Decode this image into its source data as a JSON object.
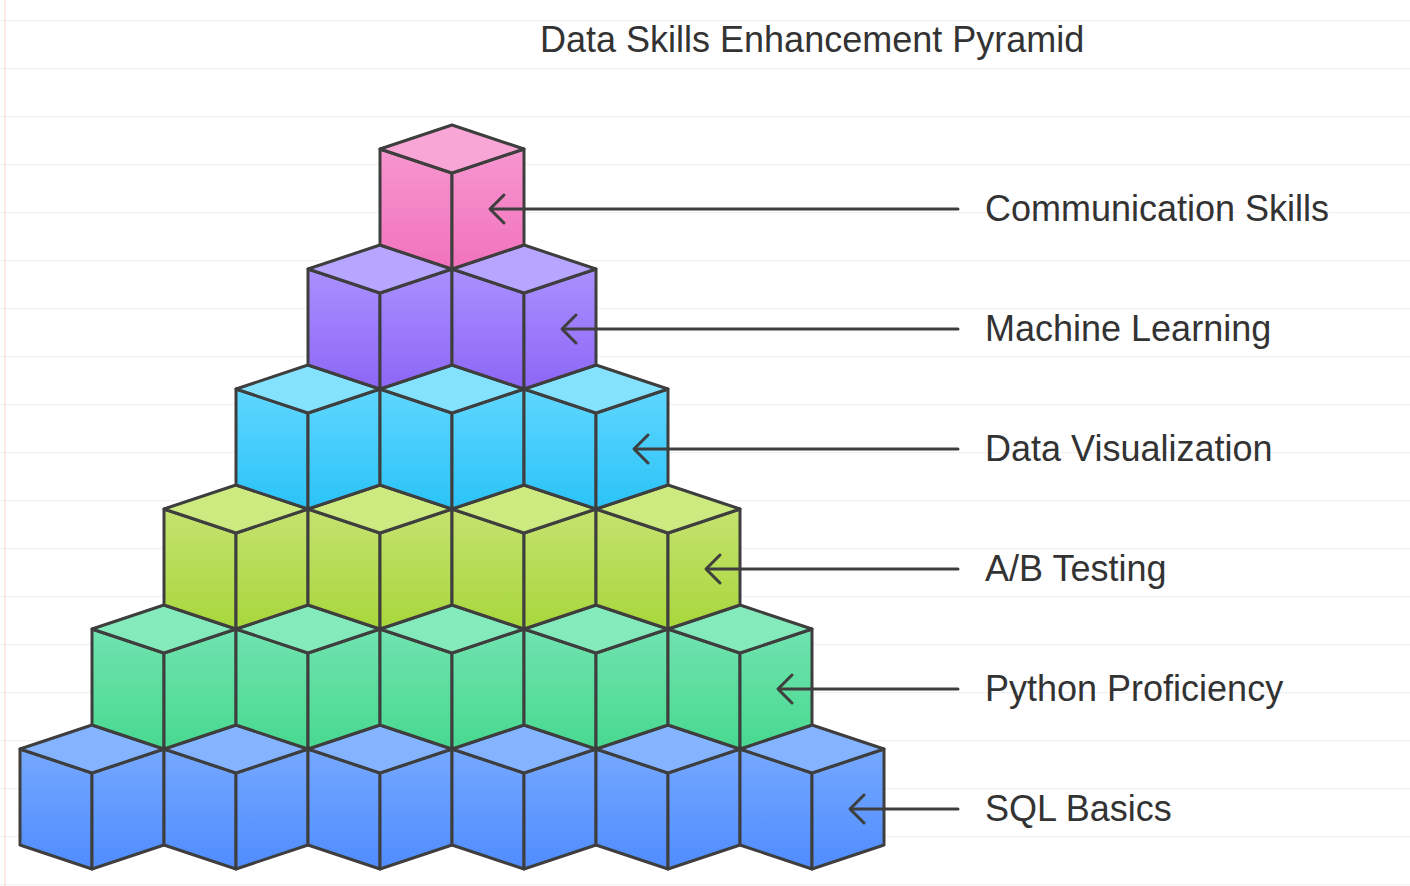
{
  "diagram": {
    "title": "Data Skills Enhancement Pyramid",
    "labels": [
      "Communication Skills",
      "Machine Learning",
      "Data Visualization",
      "A/B Testing",
      "Python Proficiency",
      "SQL Basics"
    ]
  }
}
